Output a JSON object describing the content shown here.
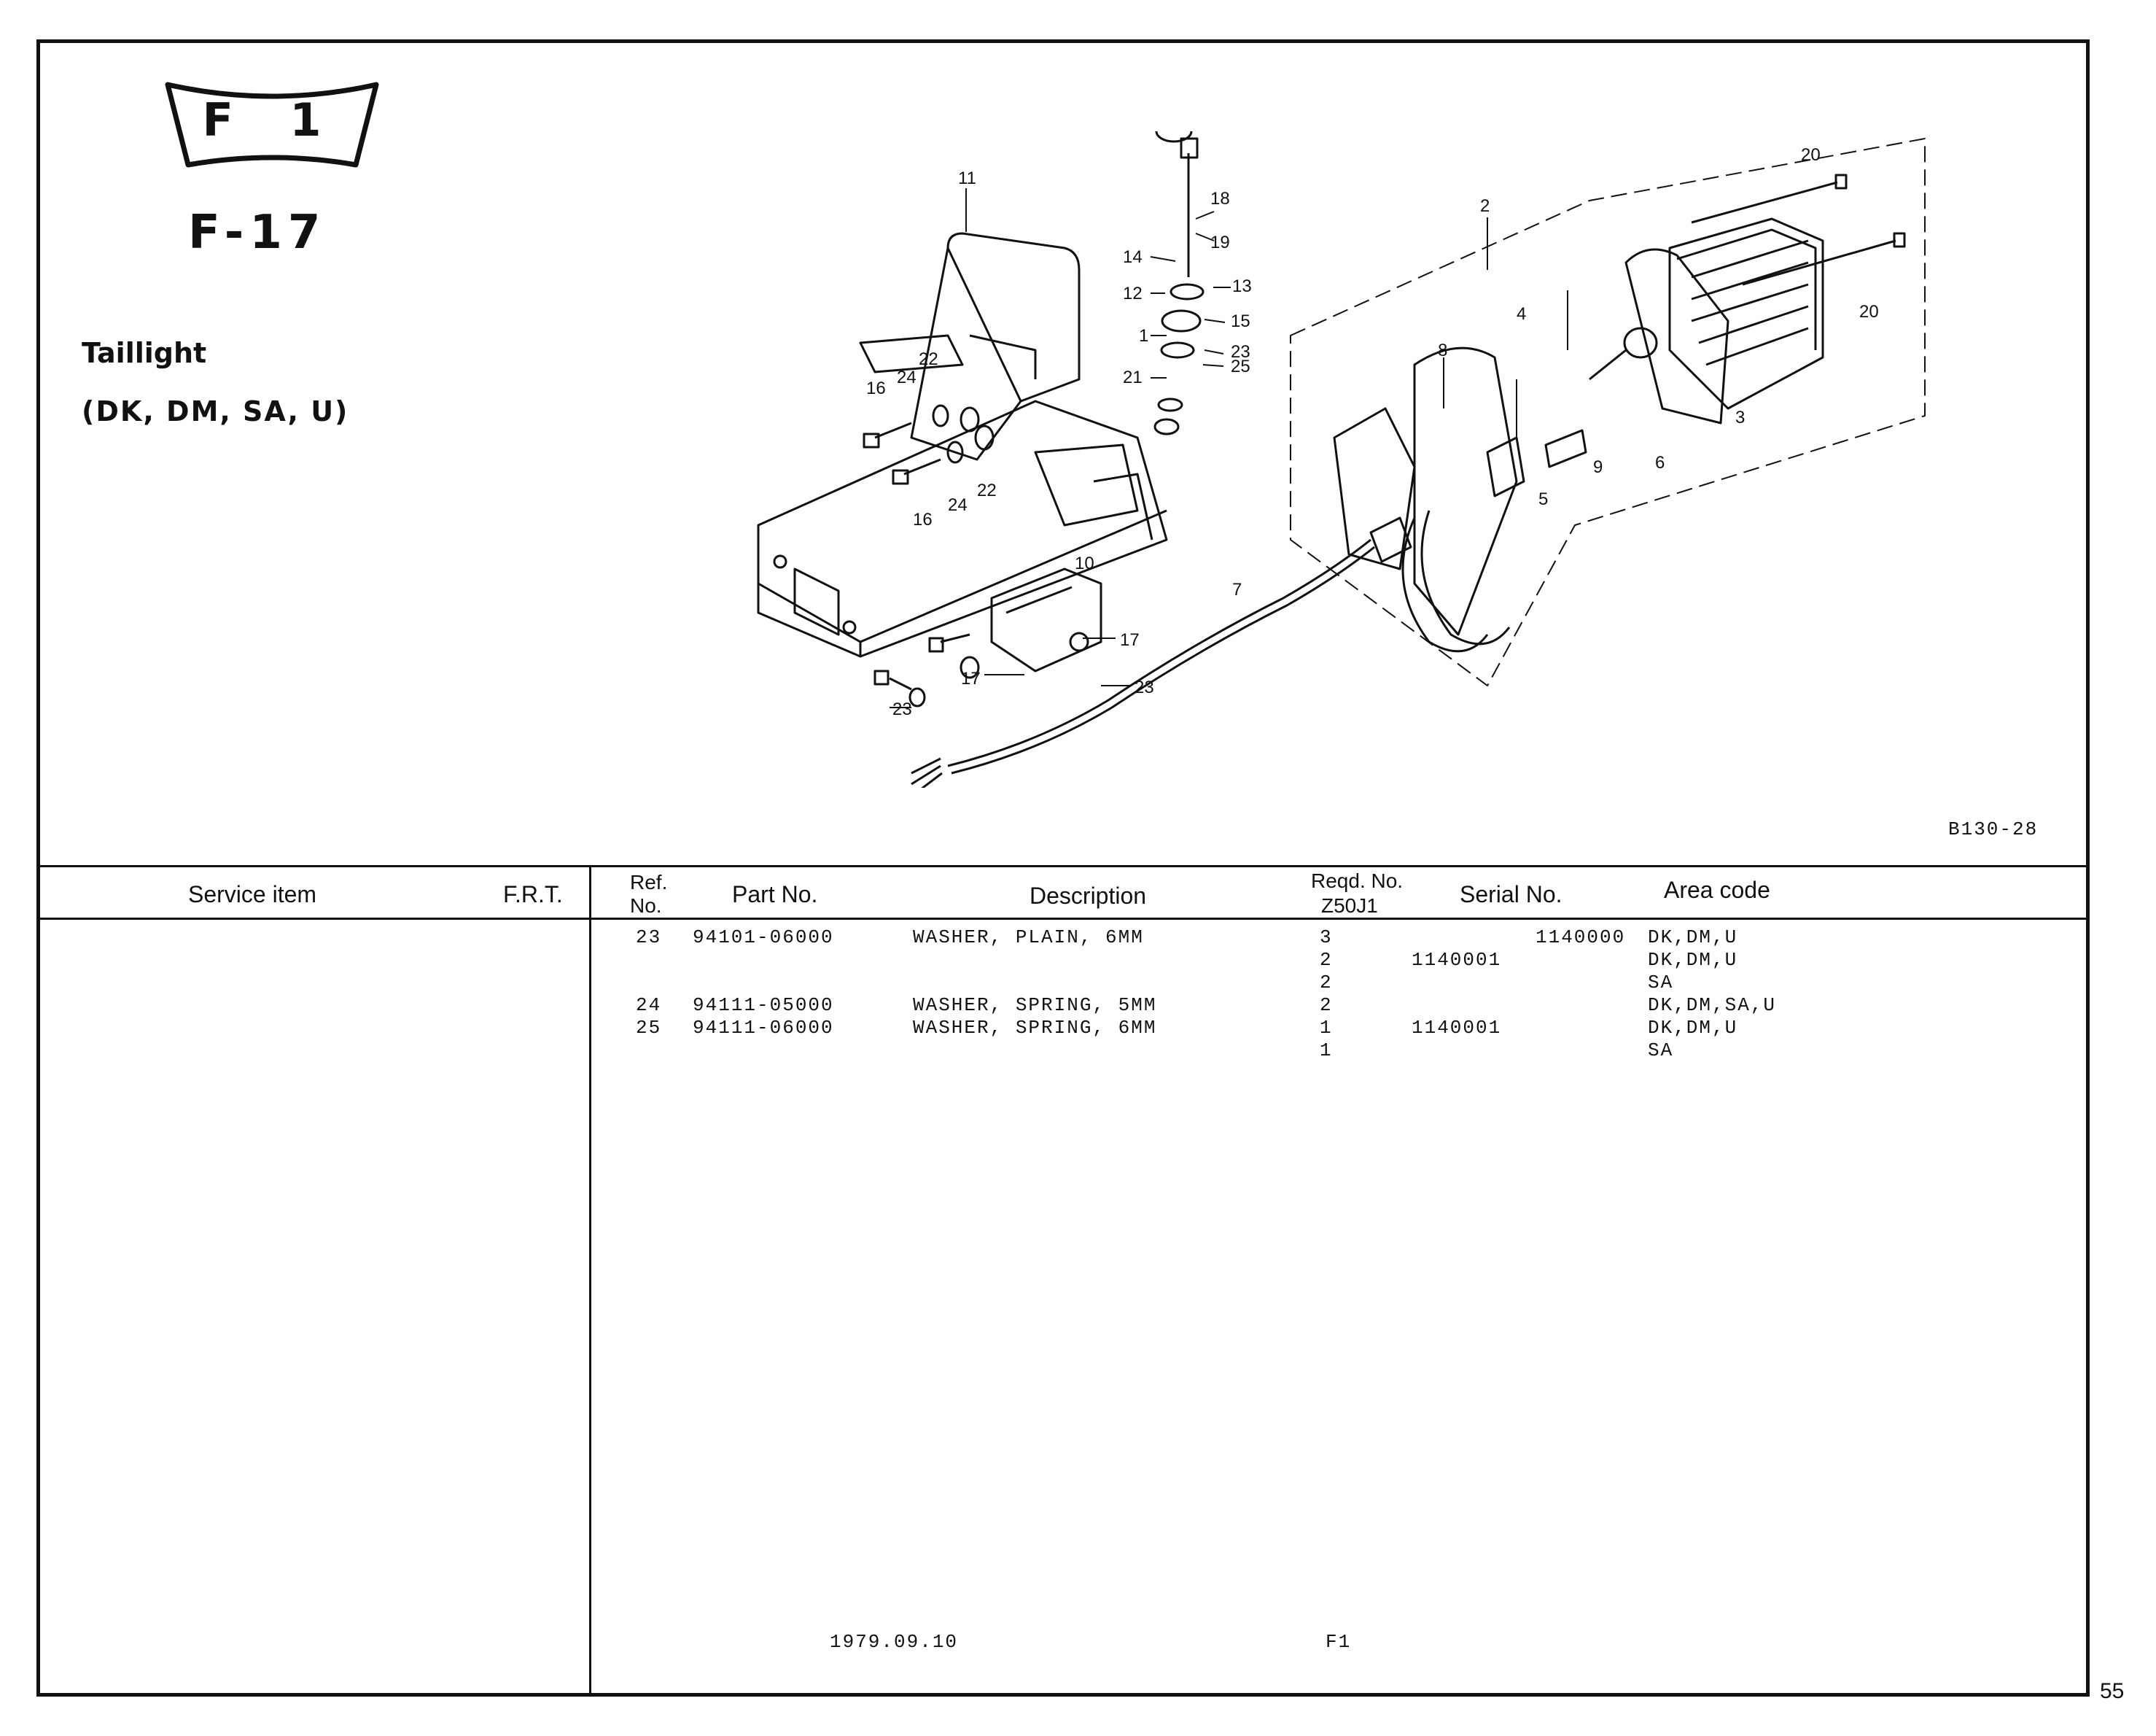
{
  "badge": {
    "label": "F 1"
  },
  "figure": {
    "code": "F-17"
  },
  "heading": {
    "title": "Taillight",
    "subtitle": "(DK, DM, SA, U)"
  },
  "diagram": {
    "reference_code": "B130-28",
    "callouts": [
      "1",
      "2",
      "3",
      "4",
      "5",
      "6",
      "7",
      "8",
      "9",
      "10",
      "11",
      "12",
      "13",
      "14",
      "15",
      "16",
      "16",
      "17",
      "17",
      "18",
      "19",
      "20",
      "20",
      "21",
      "22",
      "22",
      "23",
      "23",
      "23",
      "24",
      "24",
      "25"
    ]
  },
  "table": {
    "headers": {
      "service_item": "Service item",
      "frt": "F.R.T.",
      "ref_no_line1": "Ref.",
      "ref_no_line2": "No.",
      "part_no": "Part No.",
      "description": "Description",
      "reqd_no_line1": "Reqd. No.",
      "reqd_no_line2": "Z50J1",
      "serial_no": "Serial No.",
      "area_code": "Area code"
    },
    "rows": [
      {
        "ref": "23",
        "part": "94101-06000",
        "desc": "WASHER, PLAIN, 6MM",
        "qty": "3",
        "serial_from": "",
        "serial_to": "1140000",
        "area": "DK,DM,U"
      },
      {
        "ref": "",
        "part": "",
        "desc": "",
        "qty": "2",
        "serial_from": "1140001",
        "serial_to": "",
        "area": "DK,DM,U"
      },
      {
        "ref": "",
        "part": "",
        "desc": "",
        "qty": "2",
        "serial_from": "",
        "serial_to": "",
        "area": "SA"
      },
      {
        "ref": "24",
        "part": "94111-05000",
        "desc": "WASHER, SPRING, 5MM",
        "qty": "2",
        "serial_from": "",
        "serial_to": "",
        "area": "DK,DM,SA,U"
      },
      {
        "ref": "25",
        "part": "94111-06000",
        "desc": "WASHER, SPRING, 6MM",
        "qty": "1",
        "serial_from": "1140001",
        "serial_to": "",
        "area": "DK,DM,U"
      },
      {
        "ref": "",
        "part": "",
        "desc": "",
        "qty": "1",
        "serial_from": "",
        "serial_to": "",
        "area": "SA"
      }
    ]
  },
  "footer": {
    "date": "1979.09.10",
    "code": "F1",
    "page": "55"
  }
}
